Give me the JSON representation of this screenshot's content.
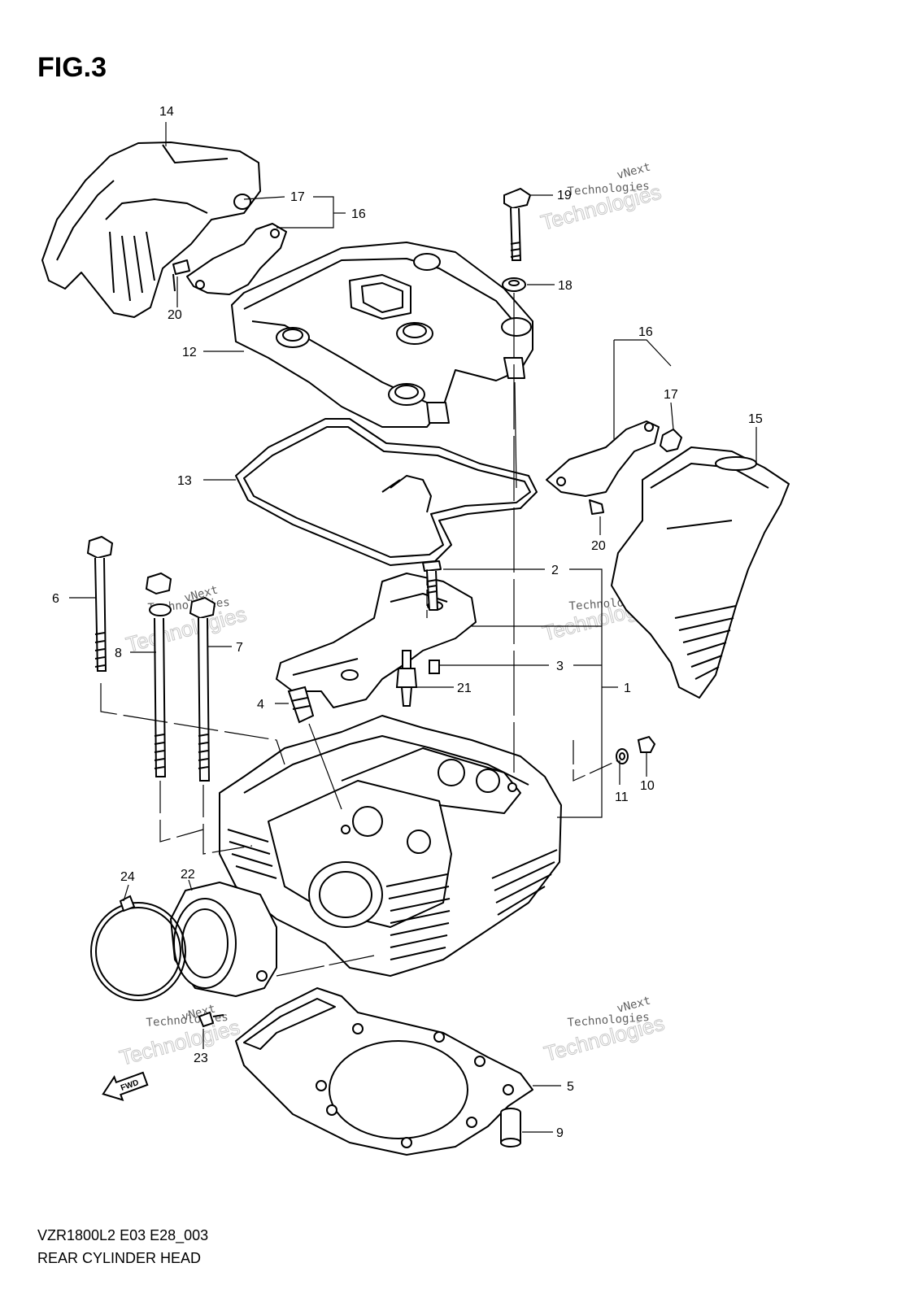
{
  "figure": {
    "title": "FIG.3"
  },
  "footer": {
    "model_code": "VZR1800L2 E03 E28_003",
    "part_name": "REAR CYLINDER HEAD"
  },
  "watermark": {
    "line1": "vNext",
    "line2": "Technologies"
  },
  "fwd_label": "FWD",
  "callouts": {
    "c1": "1",
    "c2": "2",
    "c3": "3",
    "c4": "4",
    "c5": "5",
    "c6": "6",
    "c7": "7",
    "c8": "8",
    "c9": "9",
    "c10": "10",
    "c11": "11",
    "c12": "12",
    "c13": "13",
    "c14": "14",
    "c15": "15",
    "c16": "16",
    "c17": "17",
    "c18": "18",
    "c19": "19",
    "c20": "20",
    "c21": "21",
    "c22": "22",
    "c23": "23",
    "c24": "24"
  }
}
